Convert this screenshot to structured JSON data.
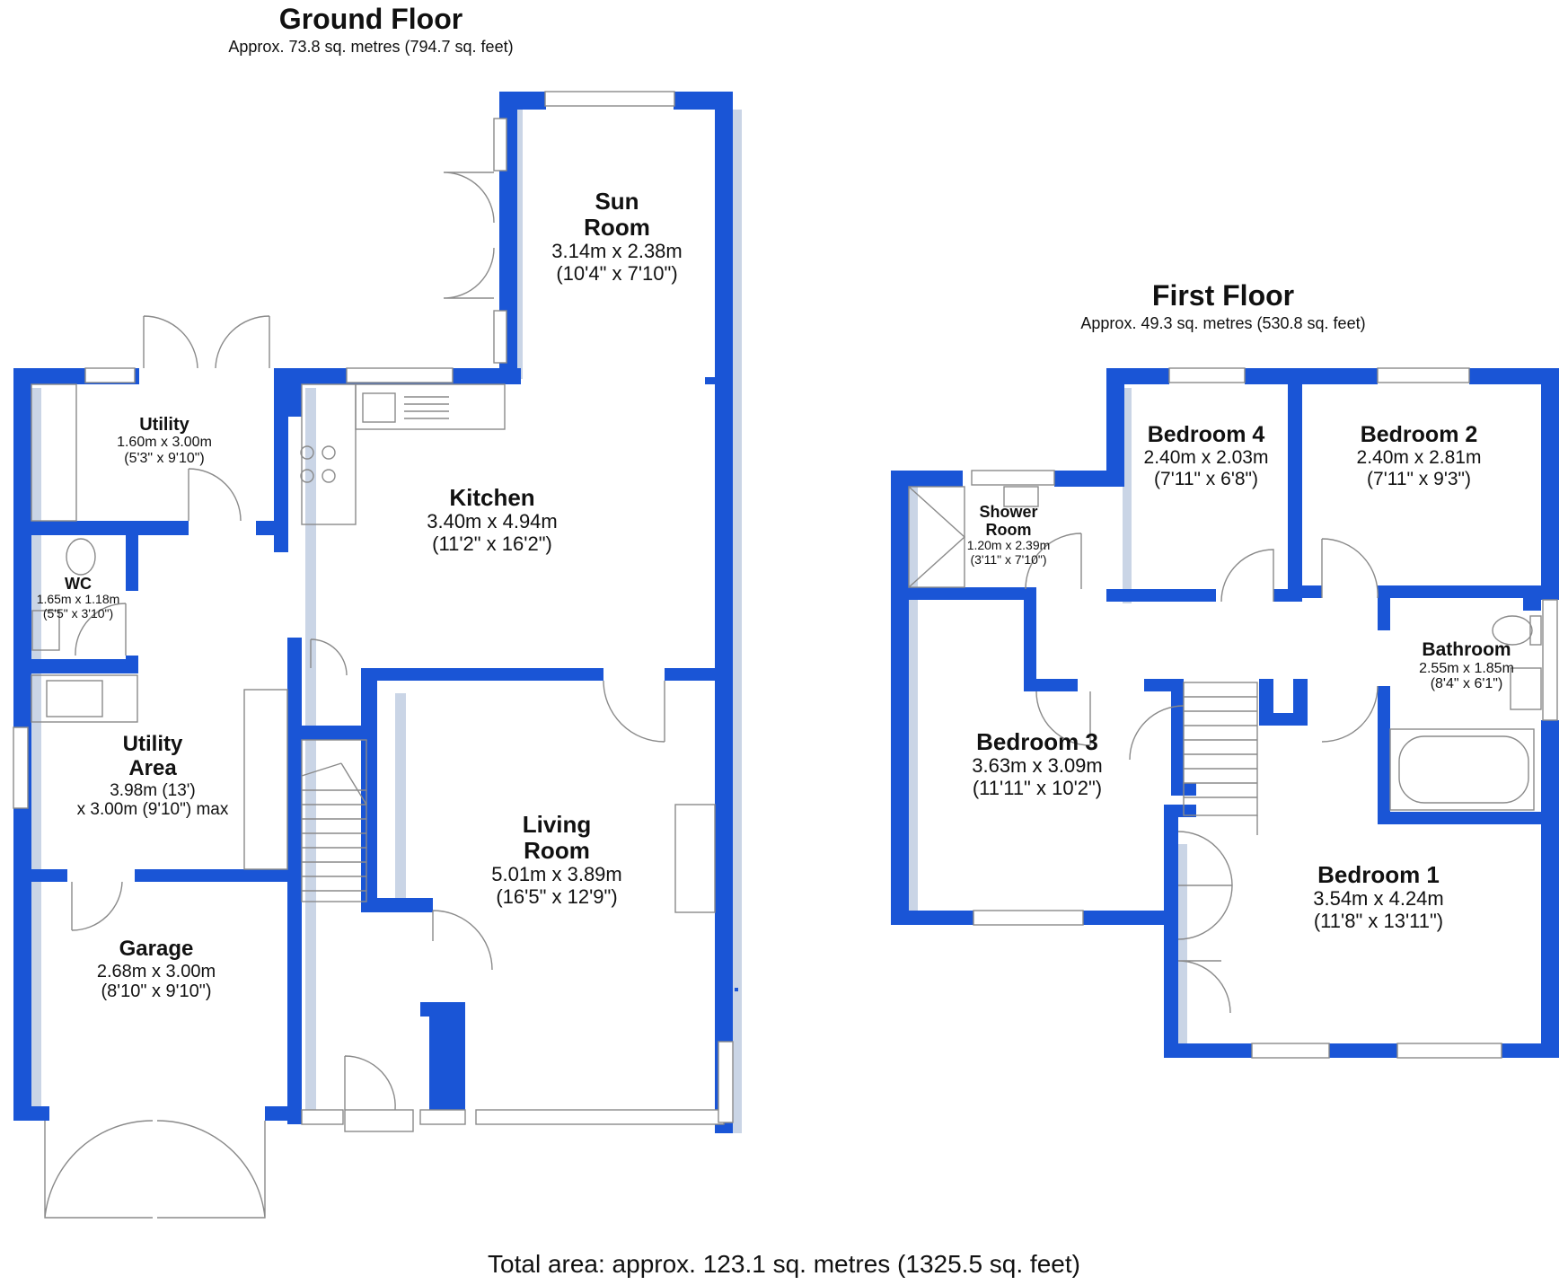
{
  "ground_floor": {
    "title": "Ground Floor",
    "area": "Approx. 73.8 sq. metres (794.7 sq. feet)",
    "rooms": {
      "sun_room": {
        "name_l1": "Sun",
        "name_l2": "Room",
        "metric": "3.14m x 2.38m",
        "imperial": "(10'4\" x 7'10\")"
      },
      "utility": {
        "name": "Utility",
        "metric": "1.60m x 3.00m",
        "imperial": "(5'3\" x 9'10\")"
      },
      "kitchen": {
        "name": "Kitchen",
        "metric": "3.40m x 4.94m",
        "imperial": "(11'2\" x 16'2\")"
      },
      "wc": {
        "name": "WC",
        "metric": "1.65m x 1.18m",
        "imperial": "(5'5\" x 3'10\")"
      },
      "utility_area": {
        "name_l1": "Utility",
        "name_l2": "Area",
        "metric": "3.98m (13')",
        "imperial": "x 3.00m (9'10\") max"
      },
      "living_room": {
        "name_l1": "Living",
        "name_l2": "Room",
        "metric": "5.01m x 3.89m",
        "imperial": "(16'5\" x 12'9\")"
      },
      "garage": {
        "name": "Garage",
        "metric": "2.68m x 3.00m",
        "imperial": "(8'10\" x 9'10\")"
      }
    }
  },
  "first_floor": {
    "title": "First Floor",
    "area": "Approx. 49.3 sq. metres (530.8 sq. feet)",
    "rooms": {
      "bedroom_4": {
        "name": "Bedroom 4",
        "metric": "2.40m x 2.03m",
        "imperial": "(7'11\" x 6'8\")"
      },
      "bedroom_2": {
        "name": "Bedroom 2",
        "metric": "2.40m x 2.81m",
        "imperial": "(7'11\" x 9'3\")"
      },
      "shower_room": {
        "name_l1": "Shower",
        "name_l2": "Room",
        "metric": "1.20m x 2.39m",
        "imperial": "(3'11\" x 7'10\")"
      },
      "bathroom": {
        "name": "Bathroom",
        "metric": "2.55m x 1.85m",
        "imperial": "(8'4\" x 6'1\")"
      },
      "bedroom_3": {
        "name": "Bedroom 3",
        "metric": "3.63m x 3.09m",
        "imperial": "(11'11\" x 10'2\")"
      },
      "bedroom_1": {
        "name": "Bedroom 1",
        "metric": "3.54m x 4.24m",
        "imperial": "(11'8\" x 13'11\")"
      }
    }
  },
  "total_area": "Total area: approx. 123.1 sq. metres (1325.5 sq. feet)",
  "colors": {
    "wall": "#1a55d6",
    "shadow": "#9fb3d1",
    "fixtures": "#8a8a8a"
  }
}
